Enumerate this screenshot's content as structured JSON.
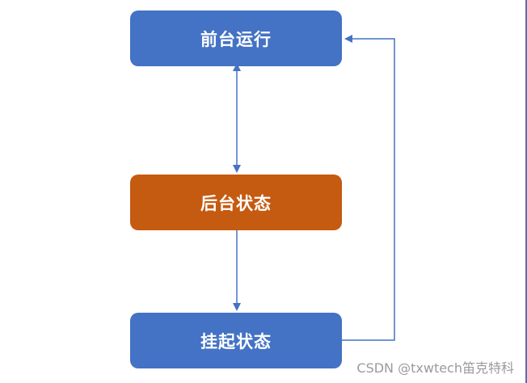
{
  "nodes": {
    "foreground": {
      "label": "前台运行",
      "color": "#4472c4"
    },
    "background": {
      "label": "后台状态",
      "color": "#c55a11"
    },
    "suspended": {
      "label": "挂起状态",
      "color": "#4472c4"
    }
  },
  "edges": [
    {
      "from": "foreground",
      "to": "background",
      "direction": "bidirectional"
    },
    {
      "from": "background",
      "to": "suspended",
      "direction": "forward"
    },
    {
      "from": "suspended",
      "to": "foreground",
      "direction": "forward",
      "route": "right-side-loop"
    }
  ],
  "arrow_color": "#4472c4",
  "watermark": "CSDN @txwtech笛克特科"
}
